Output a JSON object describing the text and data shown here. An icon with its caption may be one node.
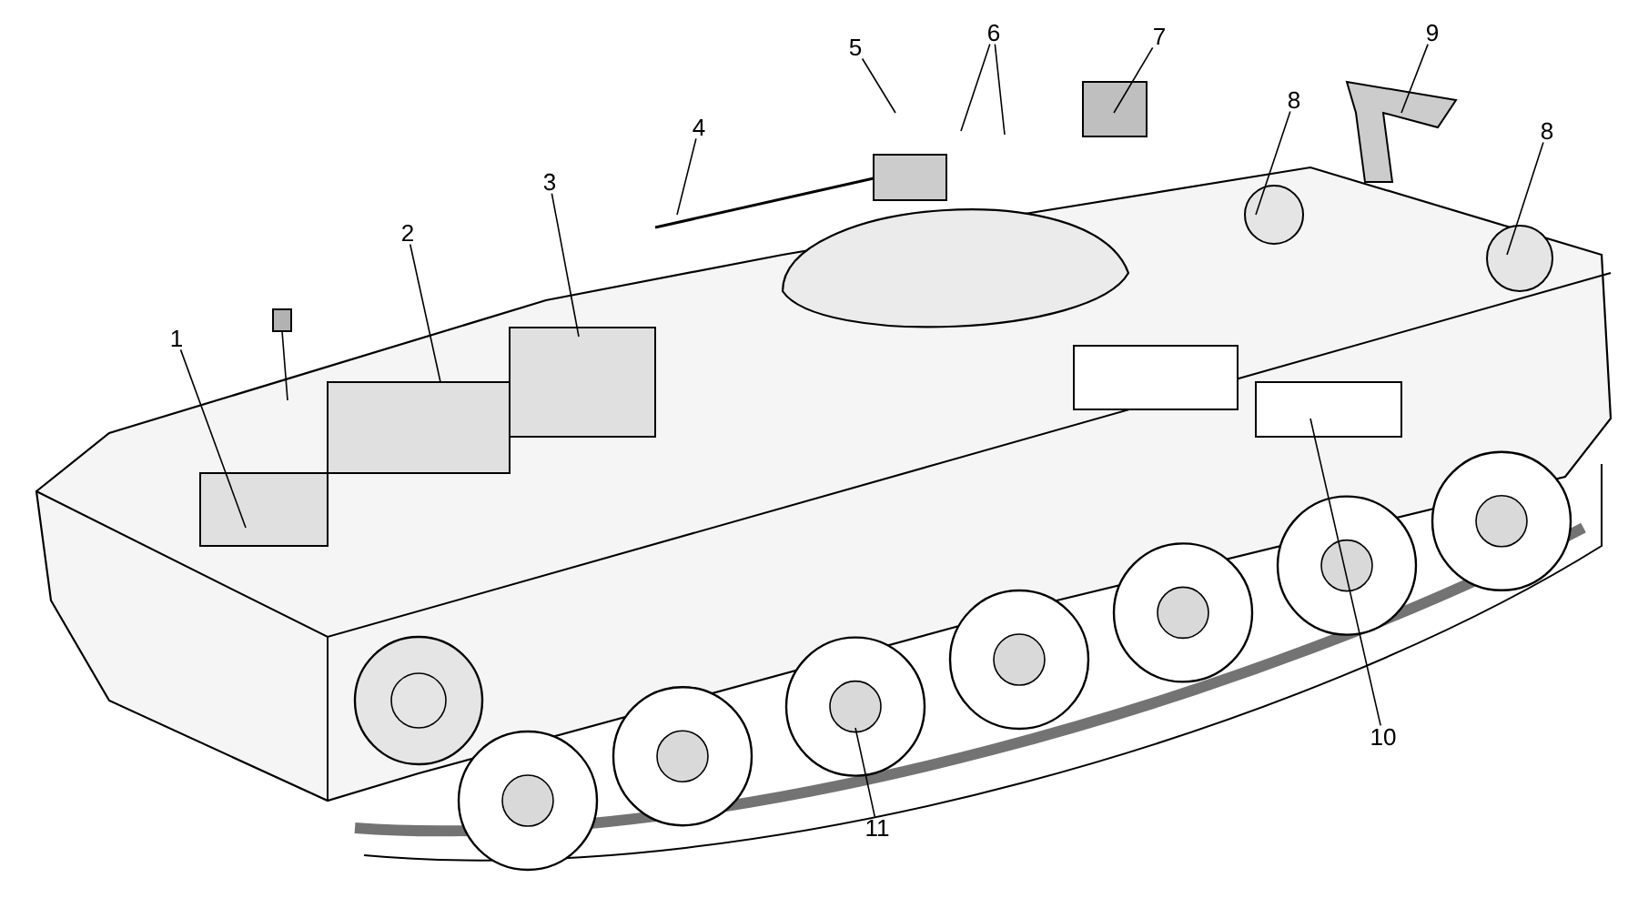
{
  "diagram": {
    "nodes": [
      {
        "text": [
          "1"
        ]
      },
      {
        "text": [
          "2"
        ]
      },
      {
        "text": [
          "3"
        ]
      },
      {
        "text": [
          "4"
        ]
      },
      {
        "text": [
          "5"
        ]
      },
      {
        "text": [
          "6"
        ]
      },
      {
        "text": [
          "7"
        ]
      },
      {
        "text": [
          "8"
        ]
      },
      {
        "text": [
          "9"
        ]
      },
      {
        "text": [
          "8"
        ]
      },
      {
        "text": [
          "10"
        ]
      },
      {
        "text": [
          "11"
        ]
      }
    ],
    "edges": [
      {
        "from": 0,
        "to": null,
        "arrow": "none"
      },
      {
        "from": 1,
        "to": null,
        "arrow": "none"
      },
      {
        "from": 2,
        "to": null,
        "arrow": "none"
      },
      {
        "from": 3,
        "to": null,
        "arrow": "none"
      },
      {
        "from": 4,
        "to": null,
        "arrow": "none"
      },
      {
        "from": 5,
        "to": null,
        "arrow": "none"
      },
      {
        "from": 5,
        "to": null,
        "arrow": "none"
      },
      {
        "from": 6,
        "to": null,
        "arrow": "none"
      },
      {
        "from": 7,
        "to": null,
        "arrow": "none"
      },
      {
        "from": 8,
        "to": null,
        "arrow": "none"
      },
      {
        "from": 9,
        "to": null,
        "arrow": "none"
      },
      {
        "from": 10,
        "to": null,
        "arrow": "none"
      },
      {
        "from": 11,
        "to": null,
        "arrow": "none"
      }
    ]
  }
}
